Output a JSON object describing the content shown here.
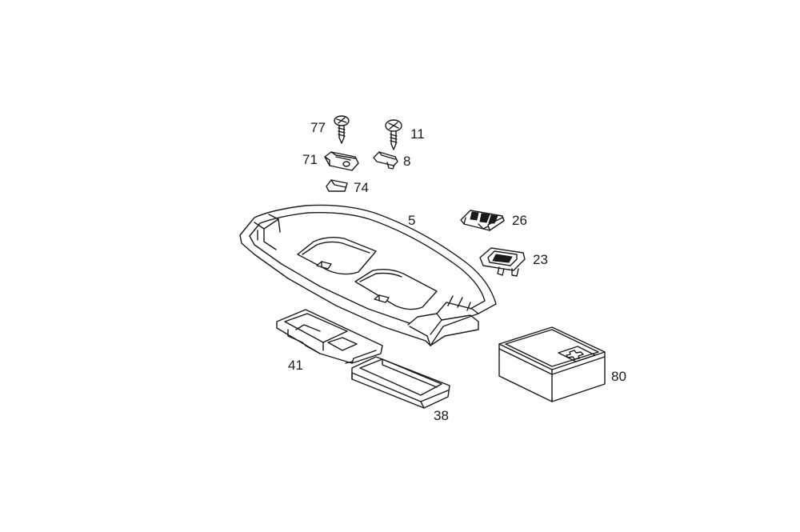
{
  "labels": {
    "p77": "77",
    "p11": "11",
    "p71": "71",
    "p8": "8",
    "p74": "74",
    "p5": "5",
    "p26": "26",
    "p23": "23",
    "p41": "41",
    "p38": "38",
    "p80": "80"
  },
  "colors": {
    "line": "#1a1a1a",
    "background": "#ffffff"
  }
}
